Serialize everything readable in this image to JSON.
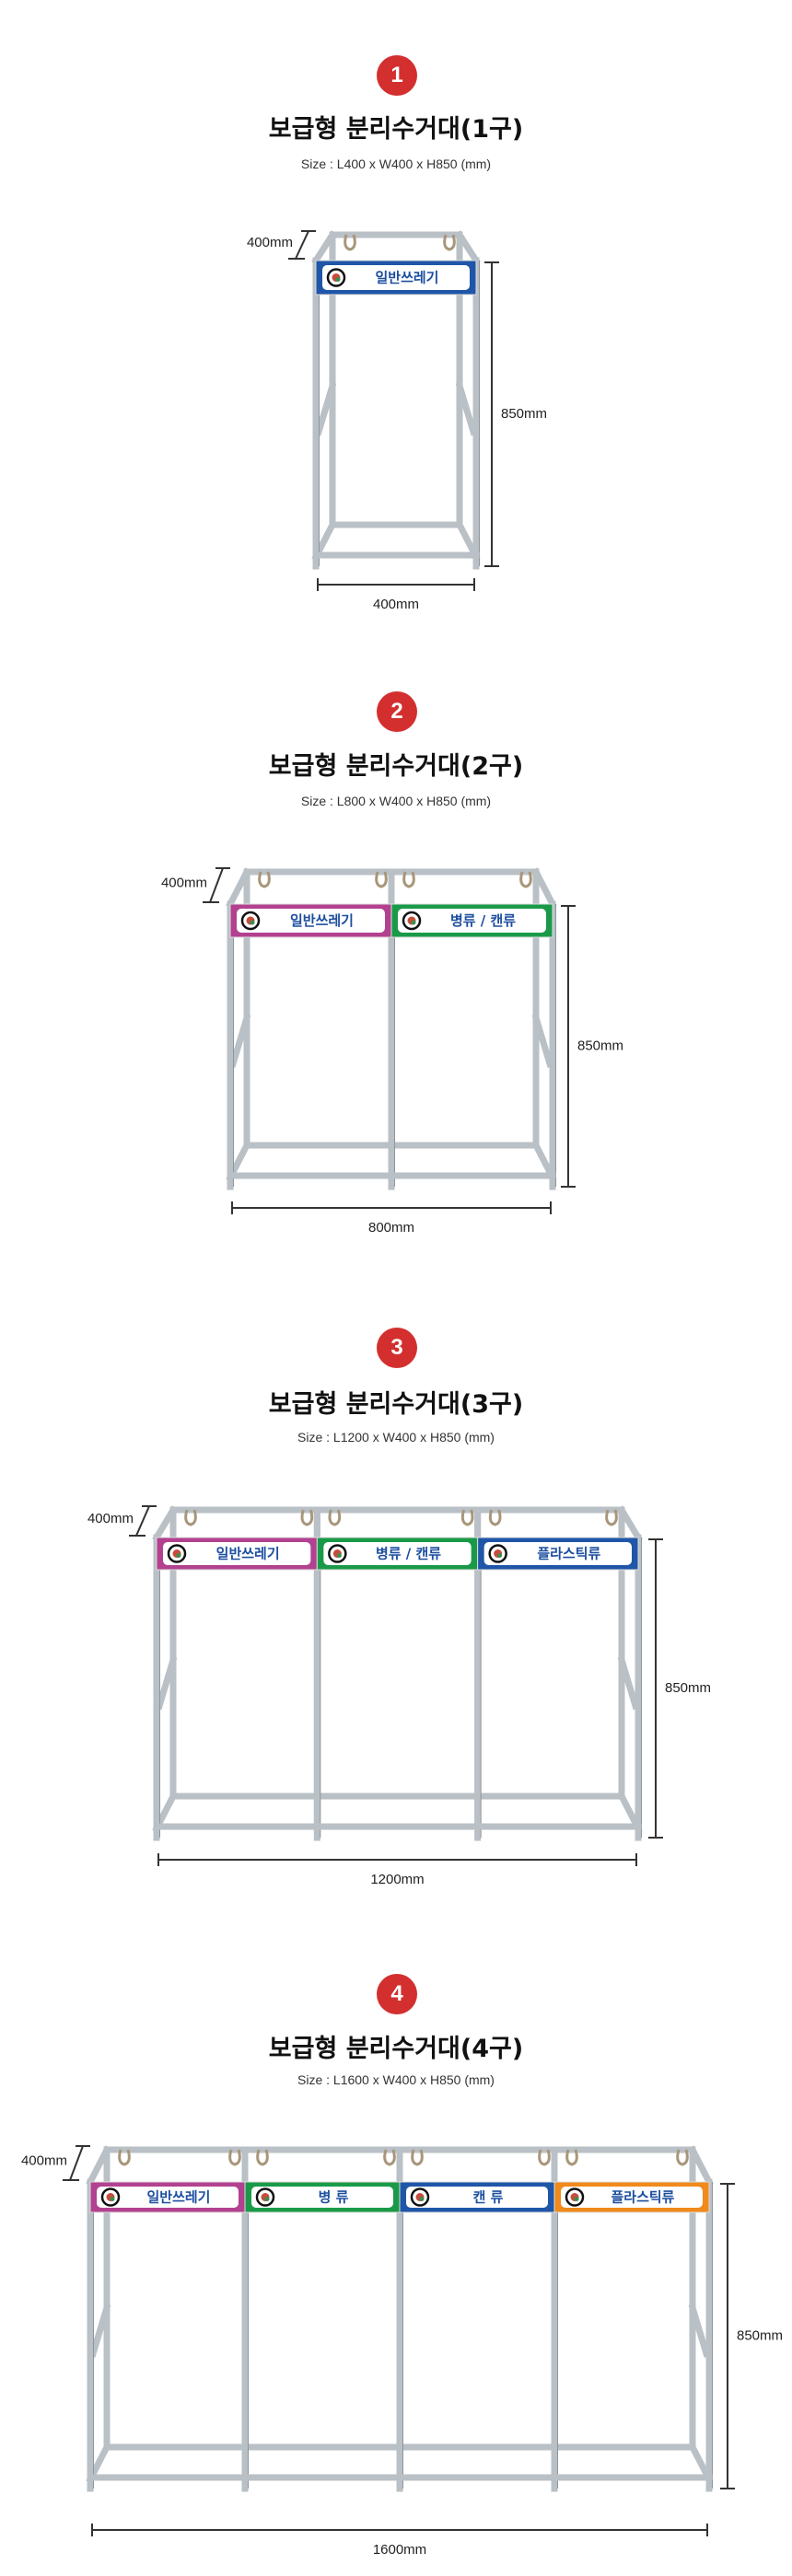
{
  "products": [
    {
      "number": "1",
      "title": "보급형 분리수거대(1구)",
      "size": "Size : L400 x W400 x H850 (mm)",
      "dims": {
        "depth": "400mm",
        "height": "850mm",
        "width": "400mm"
      },
      "signs": [
        {
          "label": "일반쓰레기",
          "color": "#1f56a8"
        }
      ]
    },
    {
      "number": "2",
      "title": "보급형 분리수거대(2구)",
      "size": "Size : L800 x W400 x H850 (mm)",
      "dims": {
        "depth": "400mm",
        "height": "850mm",
        "width": "800mm"
      },
      "signs": [
        {
          "label": "일반쓰레기",
          "color": "#b2418f"
        },
        {
          "label": "병류 / 캔류",
          "color": "#1a9a48"
        }
      ]
    },
    {
      "number": "3",
      "title": "보급형 분리수거대(3구)",
      "size": "Size : L1200 x W400 x H850 (mm)",
      "dims": {
        "depth": "400mm",
        "height": "850mm",
        "width": "1200mm"
      },
      "signs": [
        {
          "label": "일반쓰레기",
          "color": "#b2418f"
        },
        {
          "label": "병류 / 캔류",
          "color": "#1a9a48"
        },
        {
          "label": "플라스틱류",
          "color": "#1f56a8"
        }
      ]
    },
    {
      "number": "4",
      "title": "보급형 분리수거대(4구)",
      "size": "Size : L1600 x W400 x H850 (mm)",
      "dims": {
        "depth": "400mm",
        "height": "850mm",
        "width": "1600mm"
      },
      "signs": [
        {
          "label": "일반쓰레기",
          "color": "#b2418f"
        },
        {
          "label": "병      류",
          "color": "#1a9a48"
        },
        {
          "label": "캔      류",
          "color": "#1f56a8"
        },
        {
          "label": "플라스틱류",
          "color": "#f08a1c"
        }
      ]
    }
  ],
  "colors": {
    "badge": "#d32f2f",
    "frame": "#b9c0c6",
    "frame_dark": "#8e959b",
    "dim_line": "#333333"
  }
}
